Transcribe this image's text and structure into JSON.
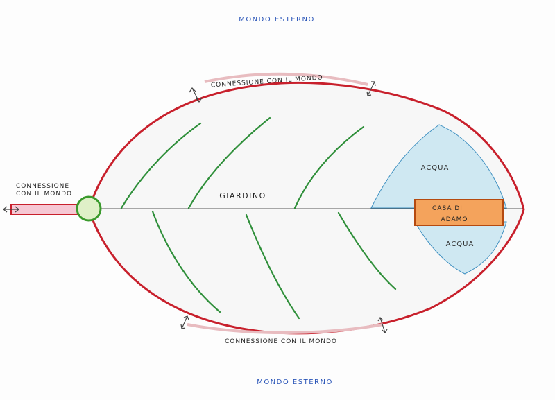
{
  "labels": {
    "outer_top": "MONDO ESTERNO",
    "outer_bottom": "MONDO ESTERNO",
    "connection_top": "CONNESSIONE CON IL MONDO",
    "connection_bottom": "CONNESSIONE CON IL MONDO",
    "connection_left_line1": "CONNESSIONE",
    "connection_left_line2": "CON IL MONDO",
    "garden": "GIARDINO",
    "water_top": "ACQUA",
    "water_bottom": "ACQUA",
    "house_line1": "CASA DI",
    "house_line2": "ADAMO"
  },
  "colors": {
    "boundary": "#c8202c",
    "boundary_gap": "#e8bcc0",
    "veins": "#2f8f3a",
    "water": "#cfe8f2",
    "water_stroke": "#3d8fc0",
    "house_fill": "#f4a35c",
    "house_stroke": "#b54a10",
    "node_fill": "#dff0c8",
    "node_stroke": "#3a9a2c",
    "text_blue": "#2a55b8"
  }
}
